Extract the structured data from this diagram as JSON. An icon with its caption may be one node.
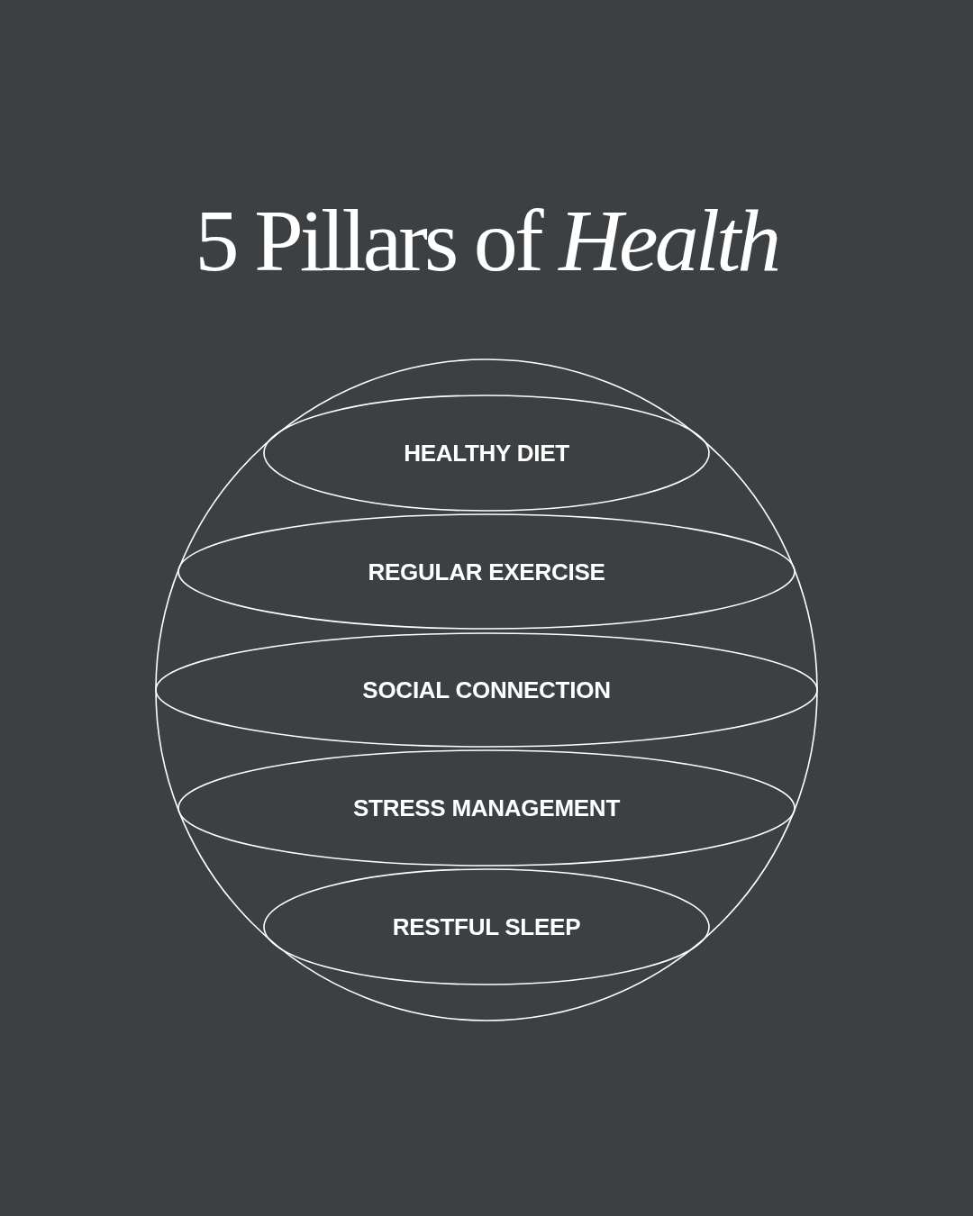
{
  "diagram": {
    "title": "5 Pillars of *Health*",
    "nodes": [
      {
        "text": [],
        "shape": "circle"
      },
      {
        "text": [
          "HEALTHY DIET"
        ],
        "in": 0
      },
      {
        "text": [
          "REGULAR EXERCISE"
        ],
        "in": 0
      },
      {
        "text": [
          "SOCIAL CONNECTION"
        ],
        "in": 0
      },
      {
        "text": [
          "STRESS MANAGEMENT"
        ],
        "in": 0
      },
      {
        "text": [
          "RESTFUL SLEEP"
        ],
        "in": 0
      }
    ]
  }
}
